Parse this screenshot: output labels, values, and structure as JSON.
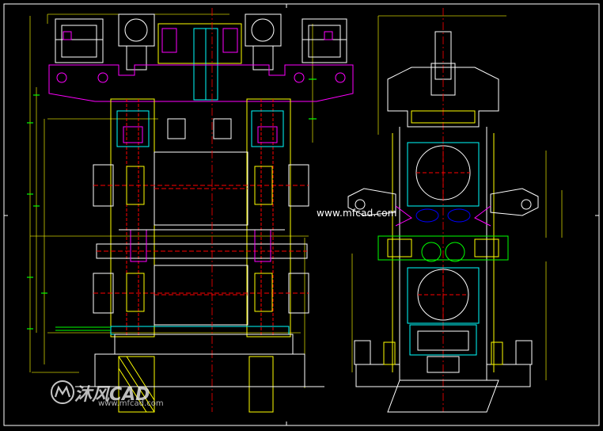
{
  "drawing": {
    "title": "Rolling mill stand assembly drawing",
    "watermark_center": "www.mfcad.com",
    "watermark_brand": "沐风CAD",
    "watermark_url": "www.mfcad.com"
  },
  "colors": {
    "background": "#000000",
    "frame": "#ffffff",
    "outline_yellow": "#ffff00",
    "outline_white": "#ffffff",
    "accent_magenta": "#ff00ff",
    "accent_cyan": "#00ffff",
    "accent_green": "#00ff00",
    "accent_blue": "#0000ff",
    "accent_red": "#ff0000",
    "dim_green": "#00cc00"
  }
}
